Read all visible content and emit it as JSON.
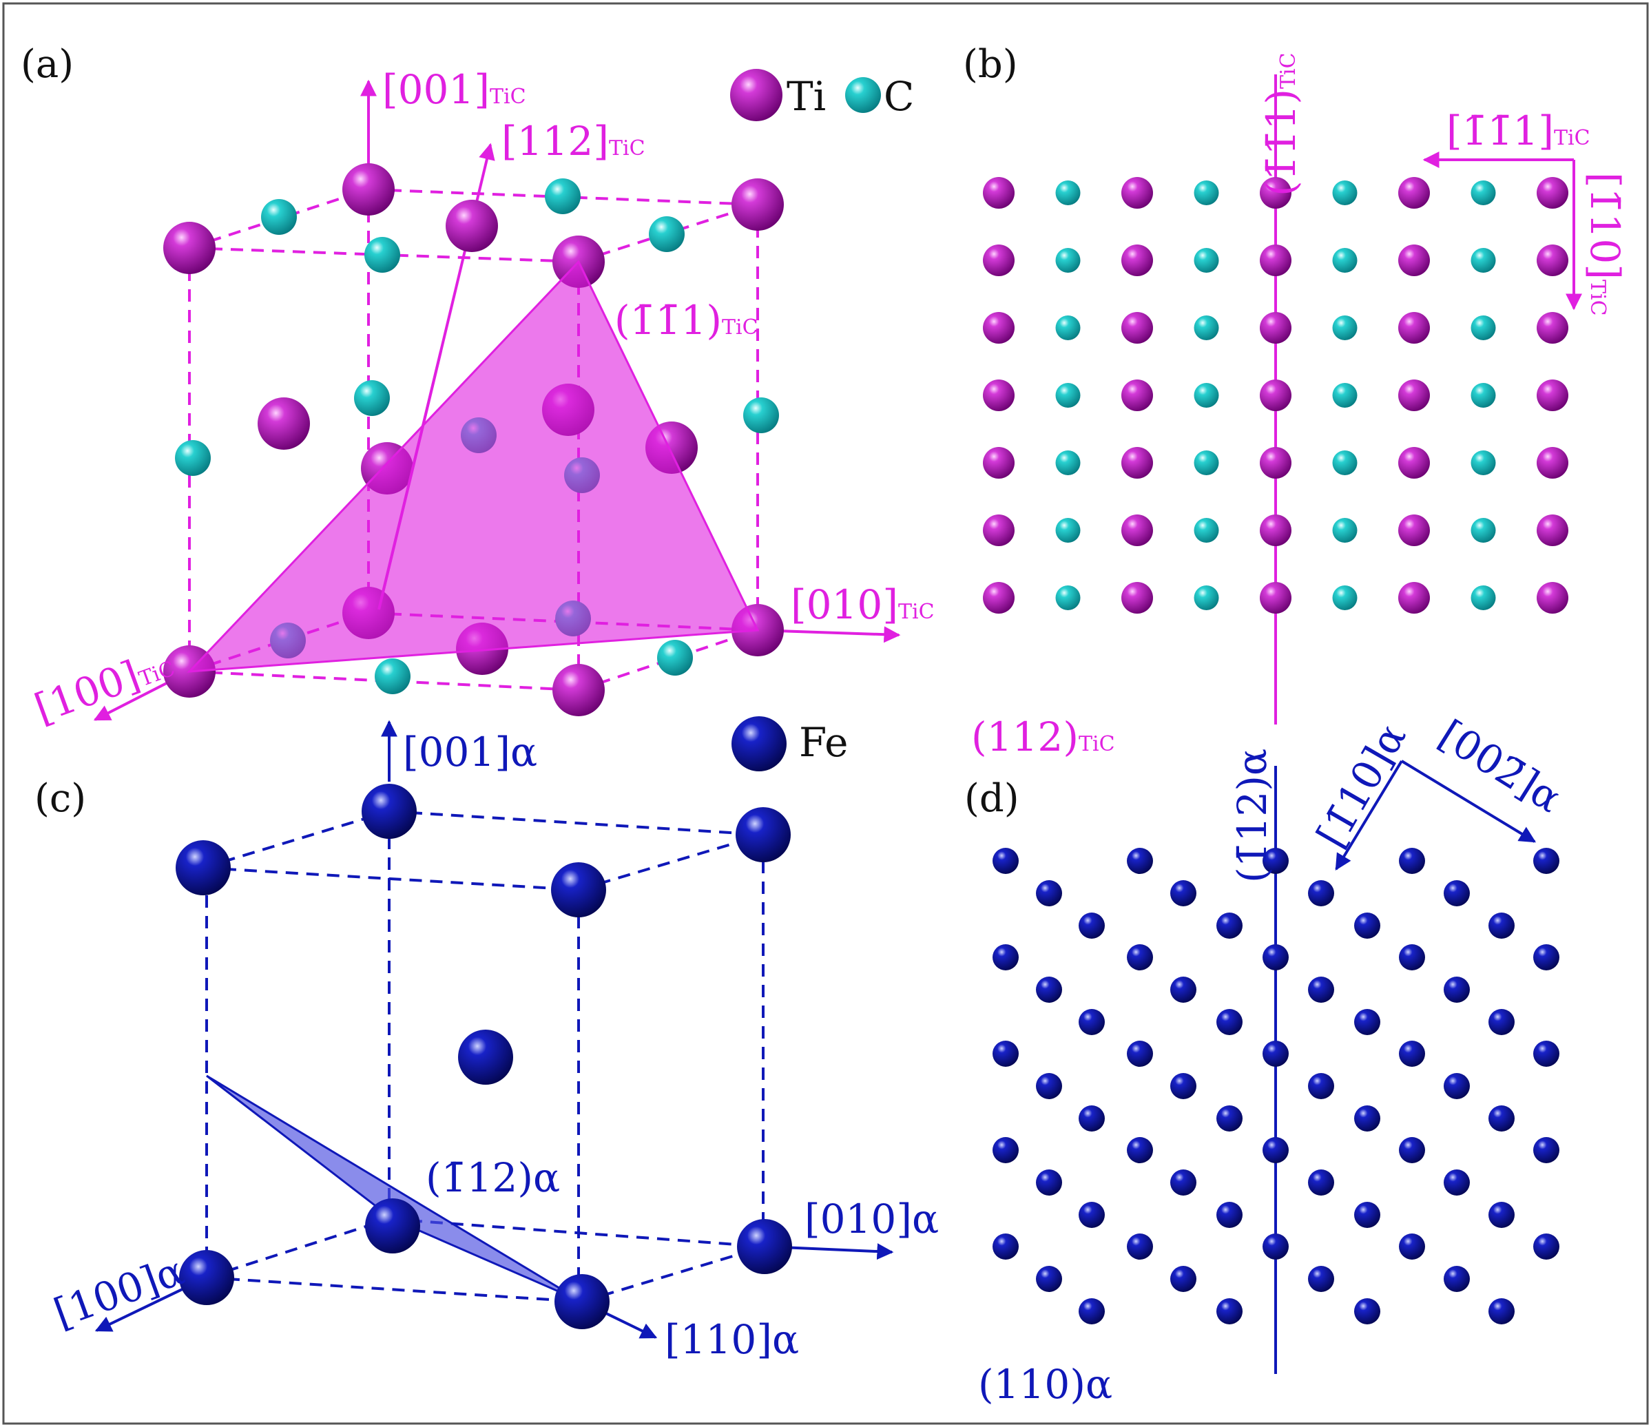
{
  "colors": {
    "tic": "#e020e0",
    "ti": "#a010a8",
    "c": "#19c0c0",
    "fe": "#0f18b8",
    "fe_dark": "#06086a",
    "frame": "#555555"
  },
  "legend": {
    "ti": "Ti",
    "c": "C",
    "fe": "Fe"
  },
  "panels": {
    "a": {
      "label": "(a)",
      "dir_001": "[001]",
      "dir_001_sub": "TiC",
      "dir_112": "[112]",
      "dir_112_sub": "TiC",
      "plane": "(1̄1̄1)",
      "plane_sub": "TiC",
      "dir_010": "[010]",
      "dir_010_sub": "TiC",
      "dir_100": "[100]",
      "dir_100_sub": "TiC"
    },
    "b": {
      "label": "(b)",
      "vertical_plane": "(1̄1̄1)",
      "vertical_plane_sub": "TiC",
      "dir_h": "[1̄1̄1]",
      "dir_h_sub": "TiC",
      "dir_v": "[1̄10]",
      "dir_v_sub": "TiC",
      "plane": "(112)",
      "plane_sub": "TiC"
    },
    "c": {
      "label": "(c)",
      "dir_001": "[001]α",
      "plane": "(1̄12)α",
      "dir_010": "[010]α",
      "dir_100": "[100]α",
      "dir_110": "[110]α"
    },
    "d": {
      "label": "(d)",
      "vertical_plane": "(1̄12)α",
      "dir_1": "[1̄10]α",
      "dir_2": "[002̄]α",
      "plane": "(110)α"
    }
  }
}
